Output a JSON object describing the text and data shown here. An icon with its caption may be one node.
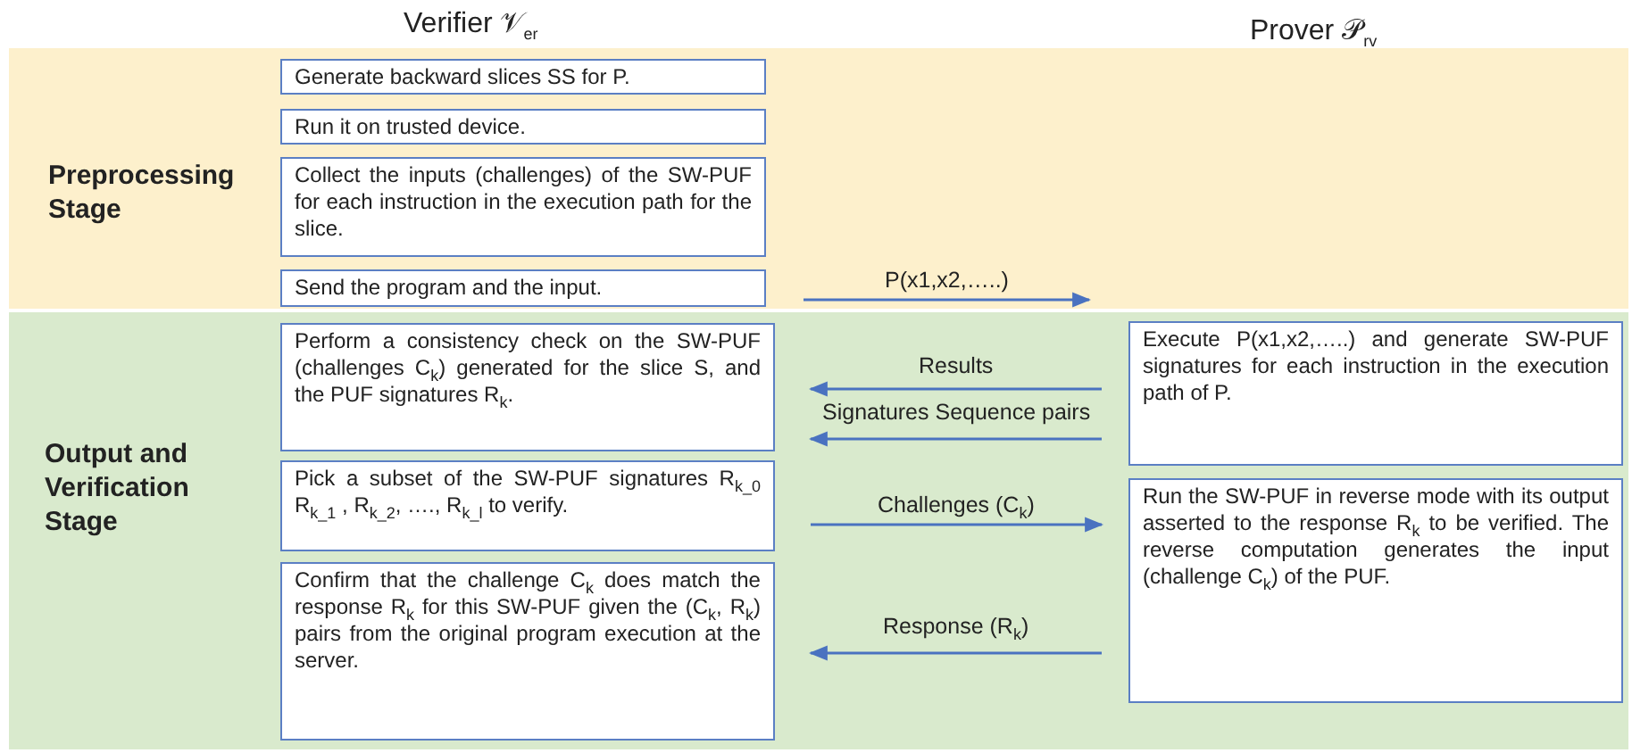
{
  "diagram": {
    "nodes": [
      {
        "text": [
          "Preprocessing Stage"
        ]
      },
      {
        "text": [
          "Generate backward slices SS for P."
        ],
        "in": 0
      },
      {
        "text": [
          "Run it on trusted device."
        ],
        "in": 0
      },
      {
        "text": [
          "Collect the inputs (challenges) of the SW-PUF for each instruction in the execution path for the slice."
        ],
        "in": 0
      },
      {
        "text": [
          "Send the program and the input."
        ],
        "in": 0
      },
      {
        "text": [
          "Output and Verification Stage"
        ]
      },
      {
        "text": [
          "Perform a consistency check on the SW-PUF (challenges C$_{k}$) generated for the slice S, and the PUF signatures R$_{k}$."
        ],
        "in": 5
      },
      {
        "text": [
          "Execute P(x1,x2,…..) and generate SW-PUF signatures for each instruction in the execution path of P."
        ],
        "in": 5
      },
      {
        "text": [
          "Pick a subset of the SW-PUF signatures R$_{k_0}$ R$_{k_1}$ , R$_{k_2}$, …., R$_{k_l}$ to verify."
        ],
        "in": 5
      },
      {
        "text": [
          "Run the SW-PUF in reverse mode with its output asserted to the response R$_{k}$ to be verified. The reverse computation generates the input (challenge C$_{k}$) of the PUF."
        ],
        "in": 5
      },
      {
        "text": [
          "Confirm that the challenge C$_{k}$ does match the response R$_{k}$ for this SW-PUF given the (C$_{k}$, R$_{k}$) pairs from the original program execution at the server."
        ],
        "in": 5
      }
    ],
    "edges": [
      {
        "from": 4,
        "to": null,
        "arrow": "to",
        "label": "P(x1,x2,…..)"
      },
      {
        "from": 7,
        "to": 6,
        "arrow": "to",
        "label": "Results"
      },
      {
        "from": 7,
        "to": 6,
        "arrow": "to",
        "label": "Signatures Sequence pairs"
      },
      {
        "from": 8,
        "to": 9,
        "arrow": "to",
        "label": "Challenges (C$_{k}$)"
      },
      {
        "from": 9,
        "to": 10,
        "arrow": "to",
        "label": "Response (R$_{k}$)"
      }
    ],
    "labels": [
      "Verifier 𝒱$_{er}$",
      "Prover 𝒫$_{rv}$"
    ]
  }
}
